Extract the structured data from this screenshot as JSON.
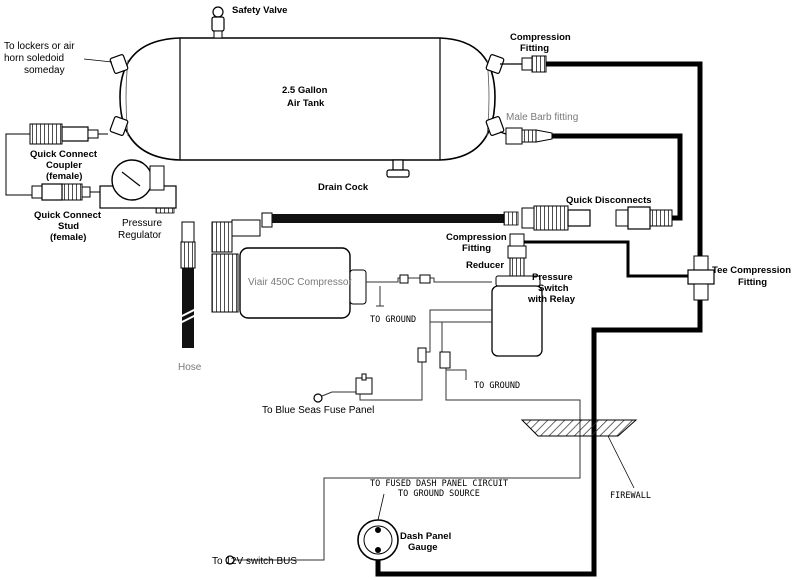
{
  "labels": {
    "safety_valve": "Safety Valve",
    "compression_fitting_top_l1": "Compression",
    "compression_fitting_top_l2": "Fitting",
    "lockers_l1": "To lockers or air",
    "lockers_l2": "horn soledoid",
    "lockers_l3": "someday",
    "tank_l1": "2.5 Gallon",
    "tank_l2": "Air Tank",
    "male_barb": "Male Barb fitting",
    "qc_coupler_l1": "Quick Connect",
    "qc_coupler_l2": "Coupler",
    "qc_coupler_l3": "(female)",
    "drain_cock": "Drain Cock",
    "quick_disconnects": "Quick Disconnects",
    "qc_stud_l1": "Quick Connect",
    "qc_stud_l2": "Stud",
    "qc_stud_l3": "(female)",
    "pressure_reg_l1": "Pressure",
    "pressure_reg_l2": "Regulator",
    "compression_fitting_mid_l1": "Compression",
    "compression_fitting_mid_l2": "Fitting",
    "tee_l1": "Tee Compression",
    "tee_l2": "Fitting",
    "compressor": "Viair 450C Compressor",
    "reducer": "Reducer",
    "pressure_switch_l1": "Pressure",
    "pressure_switch_l2": "Switch",
    "pressure_switch_l3": "with Relay",
    "to_ground_1": "TO GROUND",
    "hose": "Hose",
    "to_ground_2": "TO GROUND",
    "blue_seas": "To Blue Seas Fuse Panel",
    "firewall": "FIREWALL",
    "fused_dash": "TO FUSED DASH PANEL CIRCUIT",
    "ground_source": "TO GROUND SOURCE",
    "dash_gauge_l1": "Dash Panel",
    "dash_gauge_l2": "Gauge",
    "switch_bus": "To 12V switch BUS"
  },
  "colors": {
    "line": "#000000",
    "label_gray": "#7a7a7a",
    "part_fill": "#d8d8d8",
    "wire": "#555555"
  }
}
